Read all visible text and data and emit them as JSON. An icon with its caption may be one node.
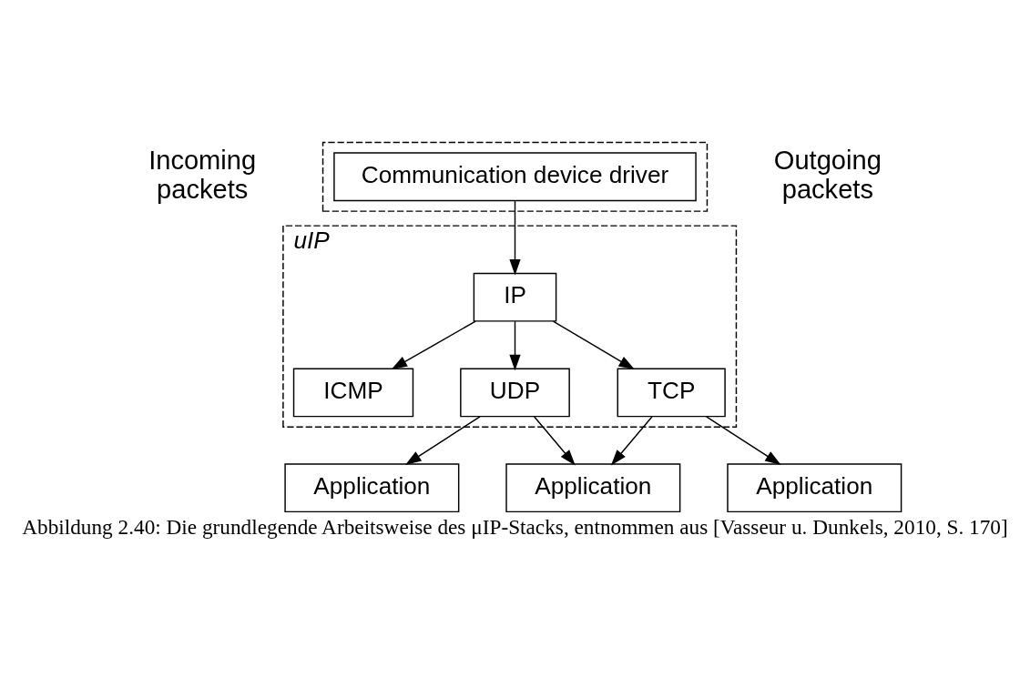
{
  "diagram": {
    "caption": "Abbildung 2.40: Die grundlegende Arbeitsweise des μIP-Stacks, entnommen aus [Vasseur u. Dunkels, 2010, S. 170]",
    "nodes": [
      {
        "text": [],
        "shape": "box"
      },
      {
        "text": [
          "Communication device driver"
        ],
        "in": 0
      },
      {
        "text": [
          "uIP"
        ]
      },
      {
        "text": [
          "IP"
        ],
        "in": 2
      },
      {
        "text": [
          "ICMP"
        ],
        "in": 2
      },
      {
        "text": [
          "UDP"
        ],
        "in": 2
      },
      {
        "text": [
          "TCP"
        ],
        "in": 2
      },
      {
        "text": [
          "Application"
        ]
      },
      {
        "text": [
          "Application"
        ]
      },
      {
        "text": [
          "Application"
        ]
      }
    ],
    "edges": [
      {
        "from": 1,
        "to": 3,
        "arrow": "to"
      },
      {
        "from": 3,
        "to": 4,
        "arrow": "to"
      },
      {
        "from": 3,
        "to": 5,
        "arrow": "to"
      },
      {
        "from": 3,
        "to": 6,
        "arrow": "to"
      },
      {
        "from": 5,
        "to": 7,
        "arrow": "to"
      },
      {
        "from": 5,
        "to": 8,
        "arrow": "to"
      },
      {
        "from": 6,
        "to": 8,
        "arrow": "to"
      },
      {
        "from": 6,
        "to": 9,
        "arrow": "to"
      }
    ],
    "labels": [
      "Incoming packets",
      "Outgoing packets"
    ]
  }
}
